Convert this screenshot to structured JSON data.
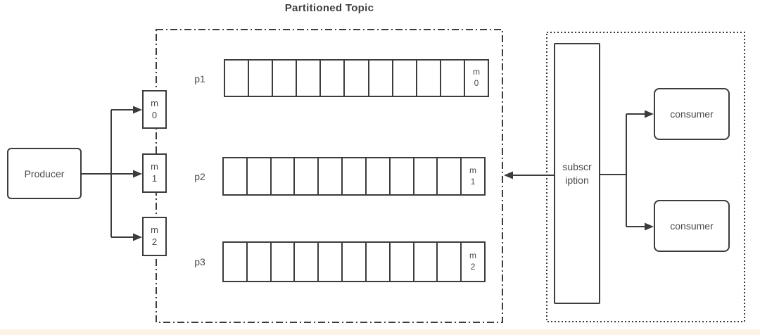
{
  "title": "Partitioned Topic",
  "producer": {
    "label": "Producer"
  },
  "routed_messages": [
    {
      "line1": "m",
      "line2": "0"
    },
    {
      "line1": "m",
      "line2": "1"
    },
    {
      "line1": "m",
      "line2": "2"
    }
  ],
  "partitioned_topic": {
    "partitions": [
      {
        "label": "p1",
        "cell_count": 11,
        "last_message": {
          "line1": "m",
          "line2": "0"
        }
      },
      {
        "label": "p2",
        "cell_count": 11,
        "last_message": {
          "line1": "m",
          "line2": "1"
        }
      },
      {
        "label": "p3",
        "cell_count": 11,
        "last_message": {
          "line1": "m",
          "line2": "2"
        }
      }
    ]
  },
  "subscription": {
    "line1": "subscr",
    "line2": "iption"
  },
  "consumers": [
    {
      "label": "consumer"
    },
    {
      "label": "consumer"
    }
  ],
  "colors": {
    "line": "#3c3c3c",
    "text": "#4a4a4a",
    "bottom_strip": "#fcf3e6"
  }
}
